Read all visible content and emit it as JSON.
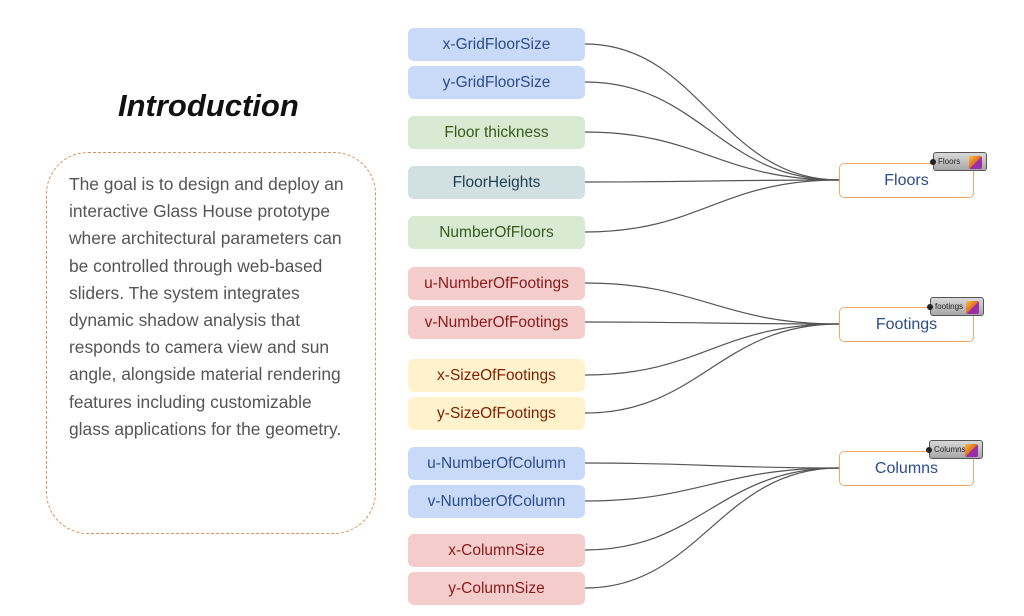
{
  "title": "Introduction",
  "description": " The goal is to design and deploy an interactive Glass House prototype where architectural parameters can be controlled through web-based sliders. The system integrates dynamic shadow analysis that responds to camera view and sun angle, alongside material rendering features including customizable glass applications for the geometry.",
  "params": [
    {
      "label": "x-GridFloorSize",
      "color": "blue",
      "target": 0
    },
    {
      "label": "y-GridFloorSize",
      "color": "blue",
      "target": 0
    },
    {
      "label": "Floor thickness",
      "color": "green",
      "target": 0
    },
    {
      "label": "FloorHeights",
      "color": "teal",
      "target": 0
    },
    {
      "label": "NumberOfFloors",
      "color": "green",
      "target": 0
    },
    {
      "label": "u-NumberOfFootings",
      "color": "red",
      "target": 1
    },
    {
      "label": "v-NumberOfFootings",
      "color": "red",
      "target": 1
    },
    {
      "label": "x-SizeOfFootings",
      "color": "yellow",
      "target": 1
    },
    {
      "label": "y-SizeOfFootings",
      "color": "yellow",
      "target": 1
    },
    {
      "label": "u-NumberOfColumn",
      "color": "blue",
      "target": 2
    },
    {
      "label": "v-NumberOfColumn",
      "color": "blue",
      "target": 2
    },
    {
      "label": "x-ColumnSize",
      "color": "red",
      "target": 2
    },
    {
      "label": "y-ColumnSize",
      "color": "red",
      "target": 2
    }
  ],
  "targets": [
    {
      "label": "Floors",
      "badge": "Floors"
    },
    {
      "label": "Footings",
      "badge": "footings"
    },
    {
      "label": "Columns",
      "badge": "Columns"
    }
  ]
}
